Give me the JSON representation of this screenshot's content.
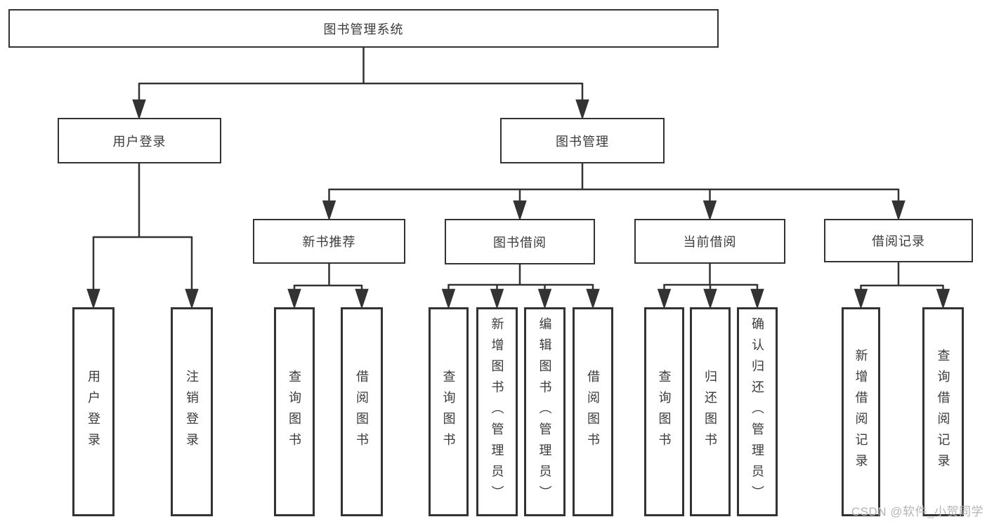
{
  "diagram": {
    "type": "hierarchy-tree",
    "nodes": {
      "root": {
        "label": "图书管理系统"
      },
      "user_login": {
        "label": "用户登录"
      },
      "book_mgmt": {
        "label": "图书管理"
      },
      "new_book_rec": {
        "label": "新书推荐"
      },
      "book_borrow": {
        "label": "图书借阅"
      },
      "current_borrow": {
        "label": "当前借阅"
      },
      "borrow_records": {
        "label": "借阅记录"
      },
      "login": {
        "label": "用户登录"
      },
      "logout": {
        "label": "注销登录"
      },
      "nb_query": {
        "label": "查询图书"
      },
      "nb_borrow": {
        "label": "借阅图书"
      },
      "bb_query": {
        "label": "查询图书"
      },
      "bb_add": {
        "label": "新增图书（管理员）"
      },
      "bb_edit": {
        "label": "编辑图书（管理员）"
      },
      "bb_borrow": {
        "label": "借阅图书"
      },
      "cb_query": {
        "label": "查询图书"
      },
      "cb_return": {
        "label": "归还图书"
      },
      "cb_confirm": {
        "label": "确认归还（管理员）"
      },
      "br_add": {
        "label": "新增借阅记录"
      },
      "br_query": {
        "label": "查询借阅记录"
      }
    },
    "hierarchy": {
      "图书管理系统": {
        "用户登录": [
          "用户登录",
          "注销登录"
        ],
        "图书管理": {
          "新书推荐": [
            "查询图书",
            "借阅图书"
          ],
          "图书借阅": [
            "查询图书",
            "新增图书（管理员）",
            "编辑图书（管理员）",
            "借阅图书"
          ],
          "当前借阅": [
            "查询图书",
            "归还图书",
            "确认归还（管理员）"
          ],
          "借阅记录": [
            "新增借阅记录",
            "查询借阅记录"
          ]
        }
      }
    },
    "colors": {
      "line": "#333333",
      "box_border": "#333333",
      "box_fill": "#ffffff",
      "text": "#3b3b3b",
      "background": "#ffffff",
      "watermark": "#b5b5b5"
    }
  },
  "watermark": {
    "text": "CSDN @软件_小贺同学"
  }
}
